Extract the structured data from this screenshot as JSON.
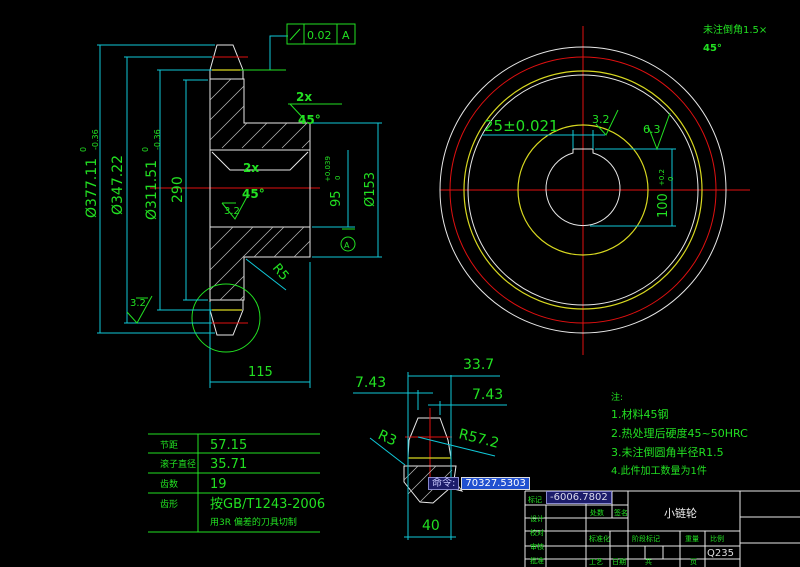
{
  "tolerance_frame": {
    "symbol": "runout",
    "value": "0.02",
    "datum": "A"
  },
  "section_view": {
    "chamfer1_count": "2x",
    "chamfer1_angle": "45°",
    "chamfer2_count": "2x",
    "chamfer2_angle": "45°",
    "dia_tip": "Ø377.11",
    "dia_tip_tol_upper": "0",
    "dia_tip_tol_lower": "-0.36",
    "dia_pitch": "Ø347.22",
    "dia_root": "Ø311.51",
    "dia_root_tol_upper": "0",
    "dia_root_tol_lower": "-0.36",
    "dia_flange": "290",
    "bore": "95",
    "bore_tol_upper": "+0.039",
    "bore_tol_lower": "0",
    "hub_dia": "Ø153",
    "datum": "A",
    "radius": "R5",
    "roughness_bore": "3.2",
    "roughness_root": "3.2",
    "width": "115"
  },
  "front_view": {
    "keyway_width": "25±0.021",
    "keyway_depth": "100",
    "keyway_depth_tol_upper": "+0.2",
    "keyway_depth_tol_lower": "0",
    "roughness1": "3.2",
    "roughness2": "6.3"
  },
  "chamfer_note": {
    "line1": "未注倒角1.5×",
    "line2": "45°"
  },
  "tooth_detail": {
    "dim_top": "33.7",
    "dim_left": "7.43",
    "dim_right": "7.43",
    "r_small": "R3",
    "r_large": "R57.2",
    "width": "40"
  },
  "param_table": {
    "rows": [
      {
        "label": "节距",
        "value": "57.15"
      },
      {
        "label": "滚子直径",
        "value": "35.71"
      },
      {
        "label": "齿数",
        "value": "19"
      },
      {
        "label": "齿形",
        "value": "按GB/T1243-2006",
        "value2": "用3R 偏差的刀具切制"
      }
    ]
  },
  "notes": {
    "title": "注:",
    "items": [
      "1.材料45钢",
      "2.热处理后硬度45~50HRC",
      "3.未注倒圆角半径R1.5",
      "4.此件加工数量为1件"
    ]
  },
  "title_block": {
    "part_name": "小链轮",
    "material": "Q235",
    "labels": {
      "mark": "标记",
      "count": "处数",
      "sign": "签名",
      "design": "设计",
      "check": "校对",
      "review": "审核",
      "approve": "批准",
      "std": "标准化",
      "stage": "阶段标记",
      "weight": "重量",
      "scale": "比例",
      "craft": "工艺",
      "date": "日期",
      "total": "共",
      "sheet": "页"
    }
  },
  "dynamic_input": {
    "command_label": "命令:",
    "value_x": "70327.5303",
    "value_y": "-6006.7802"
  }
}
